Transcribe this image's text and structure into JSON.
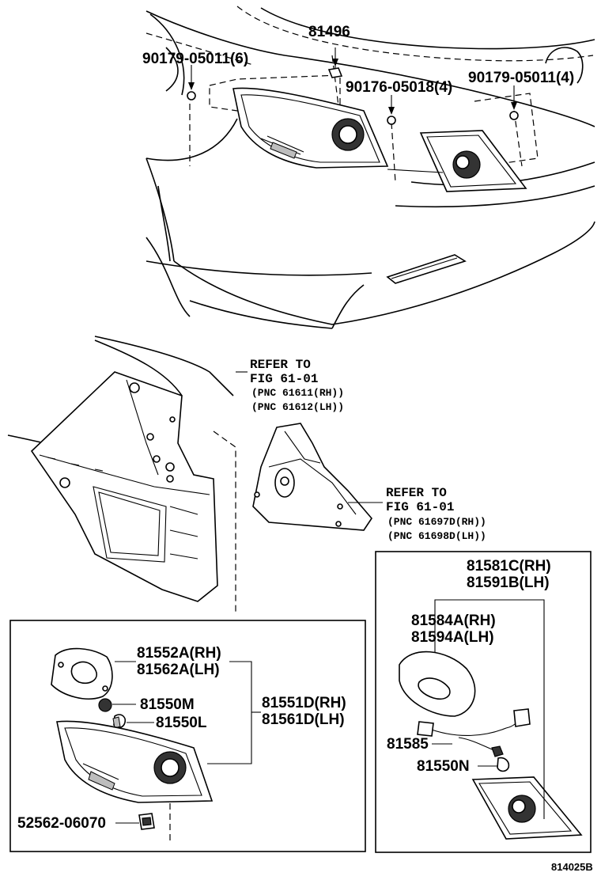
{
  "labels": {
    "p81496": "81496",
    "p90179_left": "90179-05011(6)",
    "p90176": "90176-05018(4)",
    "p90179_right": "90179-05011(4)",
    "refer1_line1": "REFER TO",
    "refer1_line2": "FIG 61-01",
    "refer1_pnc1": "(PNC 61611(RH))",
    "refer1_pnc2": "(PNC 61612(LH))",
    "refer2_line1": "REFER TO",
    "refer2_line2": "FIG 61-01",
    "refer2_pnc1": "(PNC 61697D(RH))",
    "refer2_pnc2": "(PNC 61698D(LH))",
    "p81581C": "81581C(RH)",
    "p81591B": "81591B(LH)",
    "p81584A": "81584A(RH)",
    "p81594A": "81594A(LH)",
    "p81585": "81585",
    "p81550N": "81550N",
    "p81552A": "81552A(RH)",
    "p81562A": "81562A(LH)",
    "p81550M": "81550M",
    "p81550L": "81550L",
    "p81551D": "81551D(RH)",
    "p81561D": "81561D(LH)",
    "p52562": "52562-06070",
    "figure_code": "814025B"
  },
  "colors": {
    "line": "#000000",
    "background": "#ffffff"
  }
}
